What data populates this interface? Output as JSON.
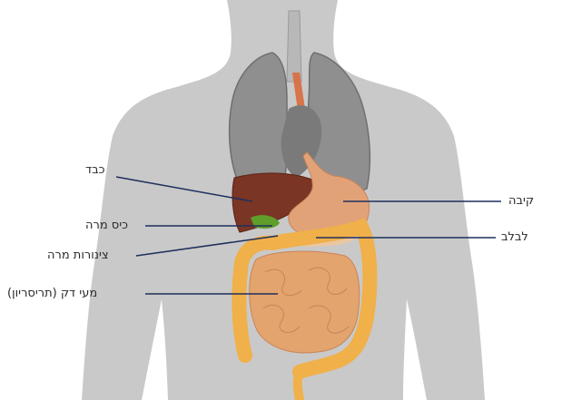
{
  "labels": {
    "liver": "כבד",
    "gallbladder": "כיס מרה",
    "bile_ducts": "צינורות מרה",
    "small_intestine": "מעי דק (תריסריון)",
    "stomach": "קיבה",
    "pancreas": "לבלב"
  },
  "colors": {
    "background": "#ffffff",
    "body_silhouette": "#c9c9c9",
    "lungs": "#8f8f8f",
    "liver": "#7a3524",
    "gallbladder": "#5f9e2a",
    "stomach": "#e2a278",
    "pancreas": "#eac7a0",
    "intestines": "#e3a46e",
    "colon": "#f0b04a",
    "leader_line": "#1f2f5c",
    "text": "#2b2b2b"
  }
}
